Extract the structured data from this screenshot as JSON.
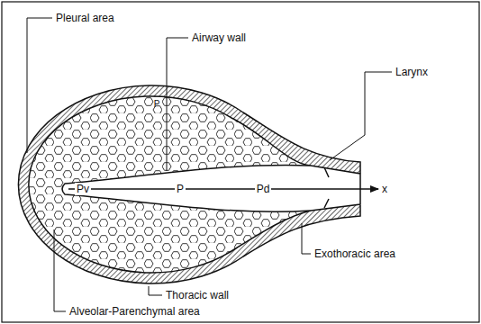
{
  "diagram": {
    "labels": [
      "Pleural area",
      "Airway wall",
      "Larynx",
      "Exothoracic area",
      "Thoracic wall",
      "Alveolar-Parenchymal area",
      "P",
      "Pv",
      "P",
      "Pd",
      "x"
    ]
  }
}
